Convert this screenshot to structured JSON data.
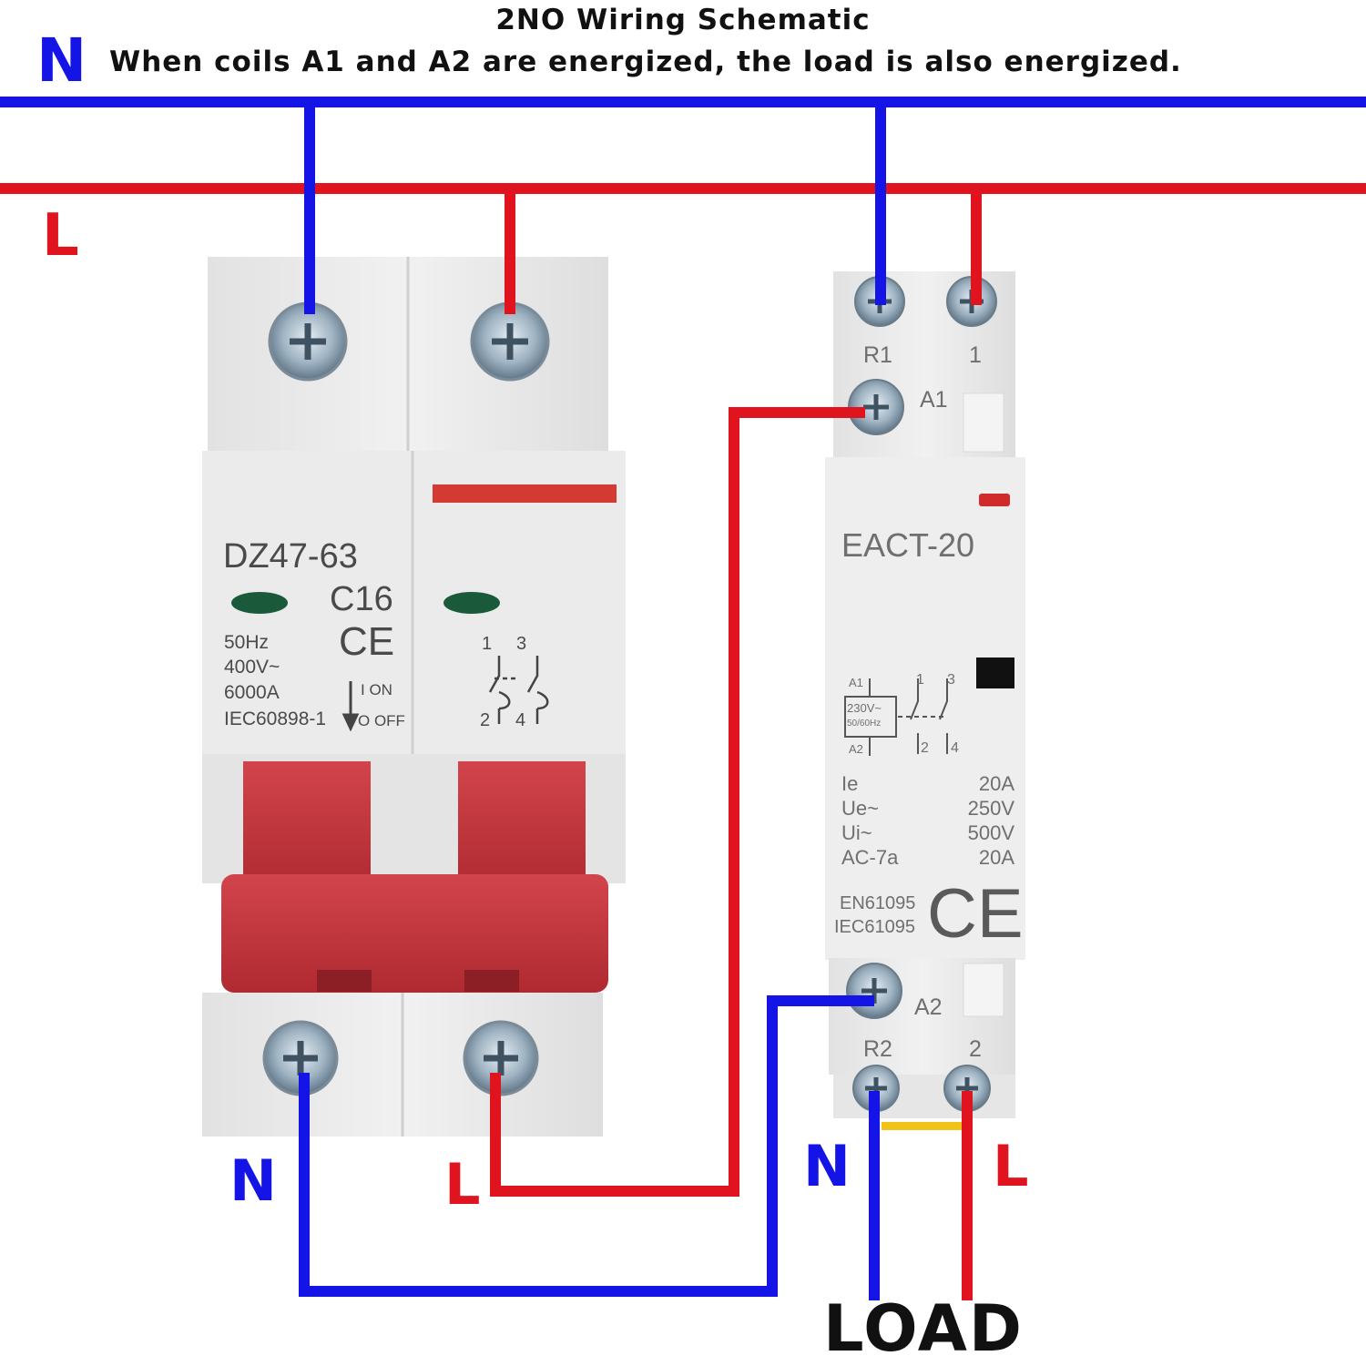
{
  "header": {
    "title": "2NO Wiring Schematic",
    "subtitle": "When coils A1 and A2 are energized, the load is also energized."
  },
  "rails": {
    "neutral_label": "N",
    "line_label": "L"
  },
  "breaker": {
    "model": "DZ47-63",
    "rating": "C16",
    "freq": "50Hz",
    "voltage": "400V~",
    "capacity": "6000A",
    "standard": "IEC60898-1",
    "on_label": "I  ON",
    "off_label": "O OFF",
    "ce": "CE",
    "terminal_top": "1",
    "terminal_top2": "3",
    "terminal_bottom": "2",
    "terminal_bottom2": "4",
    "out_n_label": "N",
    "out_l_label": "L"
  },
  "contactor": {
    "model": "EACT-20",
    "term_r1": "R1",
    "term_1": "1",
    "term_a1": "A1",
    "term_a2": "A2",
    "term_r2": "R2",
    "term_2": "2",
    "coil_a1": "A1",
    "coil_a2": "A2",
    "coil_voltage": "230V~",
    "coil_freq": "50/60Hz",
    "sch_1": "1",
    "sch_3": "3",
    "sch_2": "2",
    "sch_4": "4",
    "specs": [
      {
        "key": "Ie",
        "value": "20A"
      },
      {
        "key": "Ue~",
        "value": "250V"
      },
      {
        "key": "Ui~",
        "value": "500V"
      },
      {
        "key": "AC-7a",
        "value": "20A"
      }
    ],
    "std1": "EN61095",
    "std2": "IEC61095",
    "ce": "CE"
  },
  "load": {
    "n_label": "N",
    "l_label": "L",
    "label": "LOAD"
  },
  "colors": {
    "neutral": "#1414e6",
    "line": "#e0141e",
    "handle": "#c8323a",
    "body": "#ececec"
  }
}
